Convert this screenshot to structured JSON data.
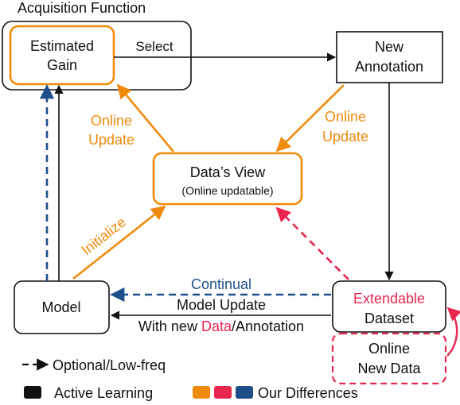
{
  "title": "Acquisition Function",
  "nodes": {
    "estimated_gain": [
      "Estimated",
      "Gain"
    ],
    "new_annotation": [
      "New",
      "Annotation"
    ],
    "datas_view": {
      "title": "Data’s View",
      "subtitle": "(Online updatable)"
    },
    "model": "Model",
    "dataset": {
      "extendable": "Extendable",
      "label": "Dataset"
    },
    "online_new_data": [
      "Online",
      "New Data"
    ]
  },
  "edges": {
    "select": "Select",
    "online_update_left": [
      "Online",
      "Update"
    ],
    "online_update_right": [
      "Online",
      "Update"
    ],
    "initialize": "Initialize",
    "continual": "Continual",
    "model_update": "Model Update",
    "with_new_prefix": "With new ",
    "with_new_data": "Data",
    "with_new_suffix": "/Annotation"
  },
  "legend": {
    "dashed": "Optional/Low-freq",
    "active_learning": "Active Learning",
    "our_differences": "Our Differences"
  },
  "colors": {
    "black": "#111111",
    "orange": "#f08a0c",
    "red": "#e8264f",
    "blue": "#1f4f8a"
  }
}
